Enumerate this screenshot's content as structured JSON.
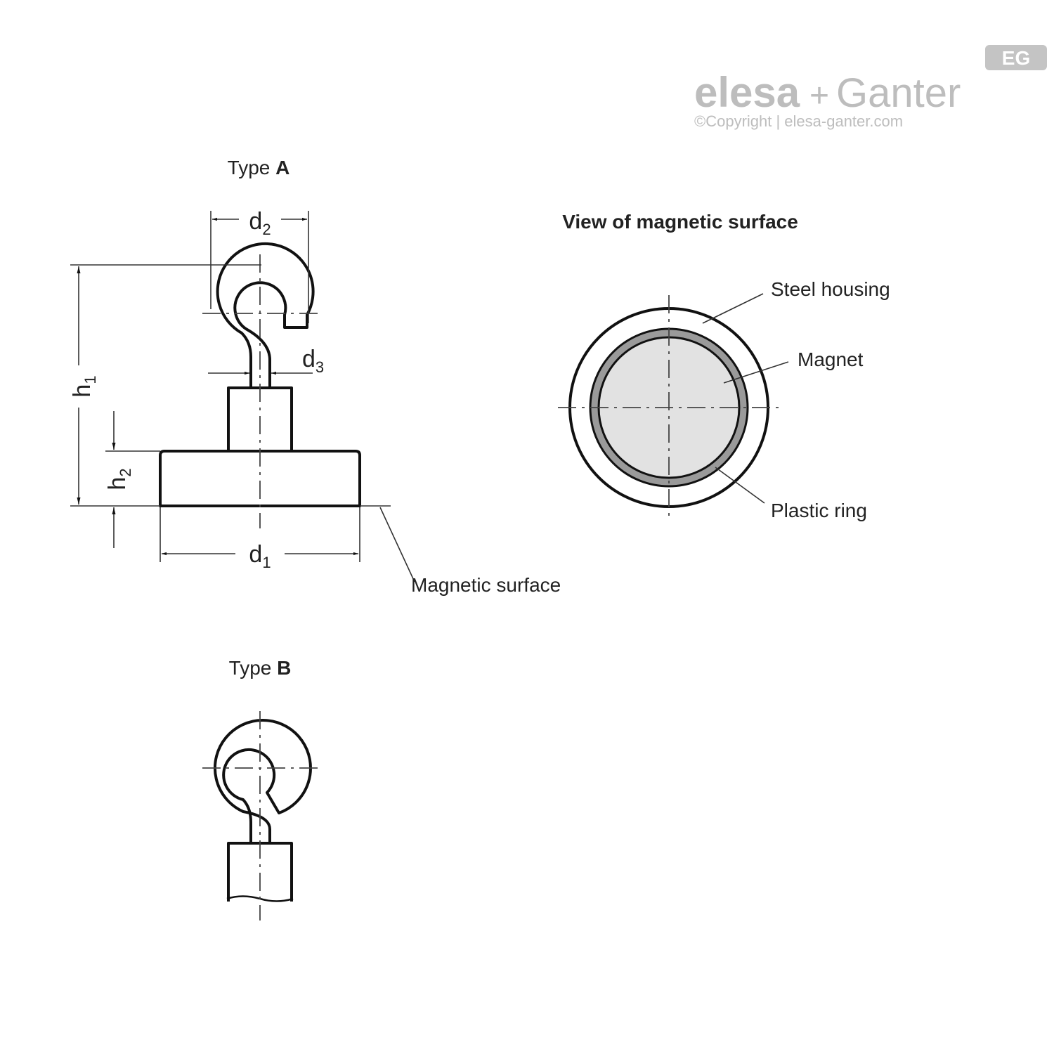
{
  "logo": {
    "brand_left": "elesa",
    "plus": "+",
    "brand_right": "Ganter",
    "badge": "EG",
    "copyright": "©Copyright | elesa-ganter.com"
  },
  "type_a": {
    "prefix": "Type ",
    "letter": "A"
  },
  "type_b": {
    "prefix": "Type ",
    "letter": "B"
  },
  "dimensions": {
    "d1": {
      "base": "d",
      "sub": "1"
    },
    "d2": {
      "base": "d",
      "sub": "2"
    },
    "d3": {
      "base": "d",
      "sub": "3"
    },
    "h1": {
      "base": "h",
      "sub": "1"
    },
    "h2": {
      "base": "h",
      "sub": "2"
    }
  },
  "labels": {
    "magnetic_surface": "Magnetic surface",
    "view_title": "View of magnetic surface",
    "steel_housing": "Steel housing",
    "magnet": "Magnet",
    "plastic_ring": "Plastic ring"
  },
  "colors": {
    "magnet_fill": "#e2e2e2",
    "ring_fill": "#9a9a9a",
    "logo_gray": "#bdbdbd"
  }
}
